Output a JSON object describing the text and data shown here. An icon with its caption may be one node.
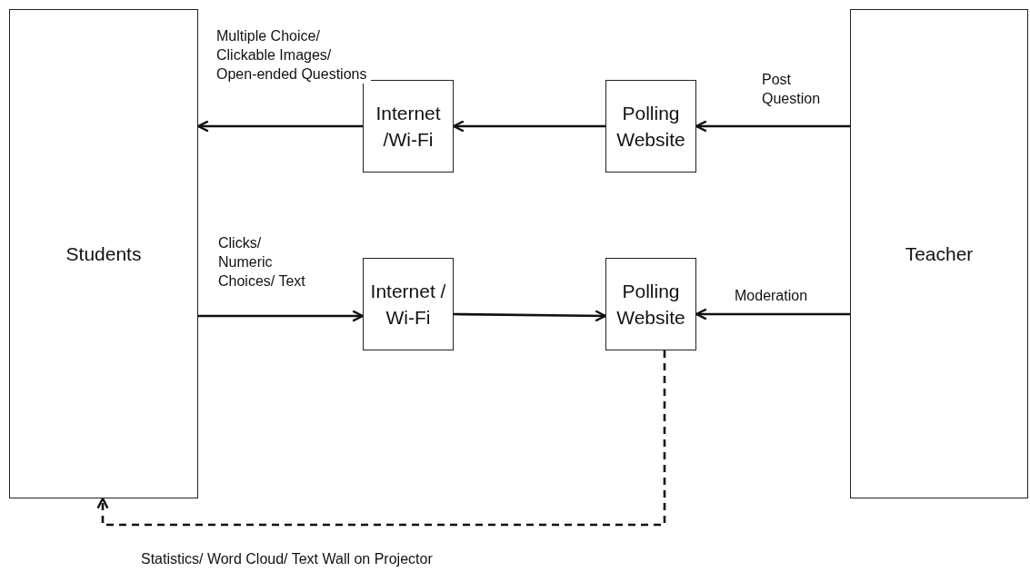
{
  "diagram": {
    "nodes": [
      {
        "text": [
          "Students"
        ]
      },
      {
        "text": [
          "Internet /Wi-Fi"
        ]
      },
      {
        "text": [
          "Polling Website"
        ]
      },
      {
        "text": [
          "Teacher"
        ]
      },
      {
        "text": [
          "Internet / Wi-Fi"
        ]
      },
      {
        "text": [
          "Polling Website"
        ]
      }
    ],
    "edges": [
      {
        "from": 3,
        "to": 2,
        "arrow": "to",
        "label": "Post Question"
      },
      {
        "from": 2,
        "to": 1,
        "arrow": "to"
      },
      {
        "from": 1,
        "to": 0,
        "arrow": "to",
        "label": "Multiple Choice/ Clickable Images/ Open-ended Questions"
      },
      {
        "from": 0,
        "to": 4,
        "arrow": "to",
        "label": "Clicks/ Numeric Choices/ Text"
      },
      {
        "from": 4,
        "to": 5,
        "arrow": "to"
      },
      {
        "from": 3,
        "to": 5,
        "arrow": "to",
        "label": "Moderation"
      },
      {
        "from": 5,
        "to": 0,
        "arrow": "to",
        "style": "dashed",
        "label": "Statistics/ Word Cloud/ Text Wall on Projector"
      }
    ]
  }
}
